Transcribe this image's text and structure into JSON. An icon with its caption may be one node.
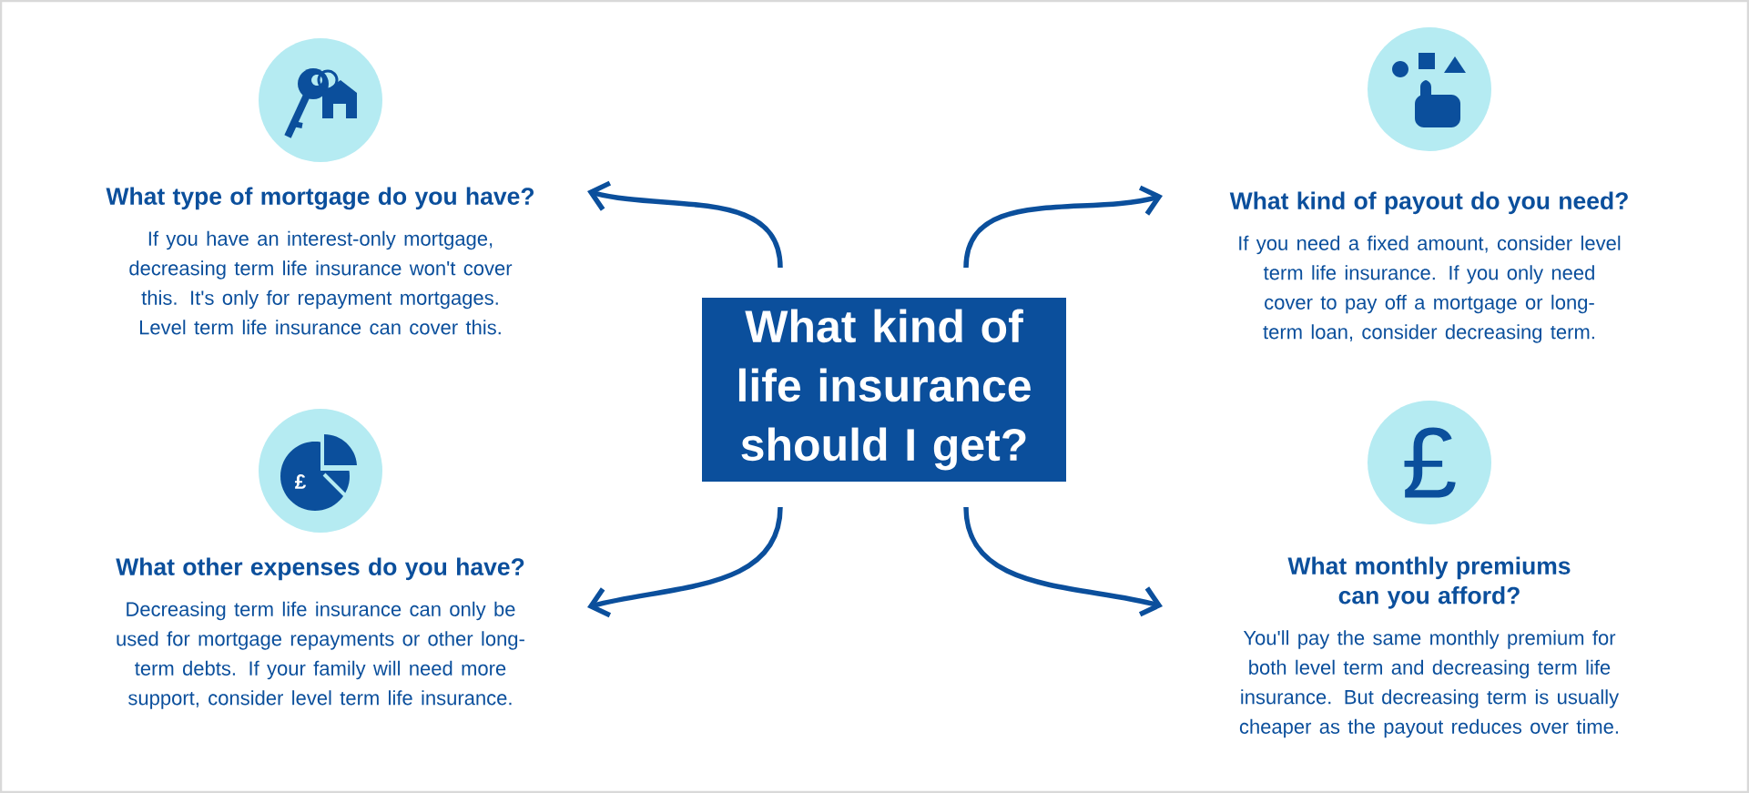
{
  "diagram": {
    "nodes": [
      {
        "text": [
          "What kind of life insurance should I get?"
        ]
      },
      {
        "text": [
          "What type of mortgage do you have?",
          "If you have an interest-only mortgage, decreasing term life insurance won't cover this. It's only for repayment mortgages. Level term life insurance can cover this."
        ]
      },
      {
        "text": [
          "What kind of payout do you need?",
          "If you need a fixed amount, consider level term life insurance. If you only need cover to pay off a mortgage or long-term loan, consider decreasing term."
        ]
      },
      {
        "text": [
          "What other expenses do you have?",
          "Decreasing term life insurance can only be used for mortgage repayments or other long-term debts. If your family will need more support, consider level term life insurance."
        ]
      },
      {
        "text": [
          "What monthly premiums can you afford?",
          "You'll pay the same monthly premium for both level term and decreasing term life insurance. But decreasing term is usually cheaper as the payout reduces over time."
        ]
      }
    ],
    "edges": [
      {
        "from": 0,
        "to": 1,
        "arrow": "to"
      },
      {
        "from": 0,
        "to": 2,
        "arrow": "to"
      },
      {
        "from": 0,
        "to": 3,
        "arrow": "to"
      },
      {
        "from": 0,
        "to": 4,
        "arrow": "to"
      }
    ],
    "labels": [
      "£",
      "£"
    ]
  }
}
